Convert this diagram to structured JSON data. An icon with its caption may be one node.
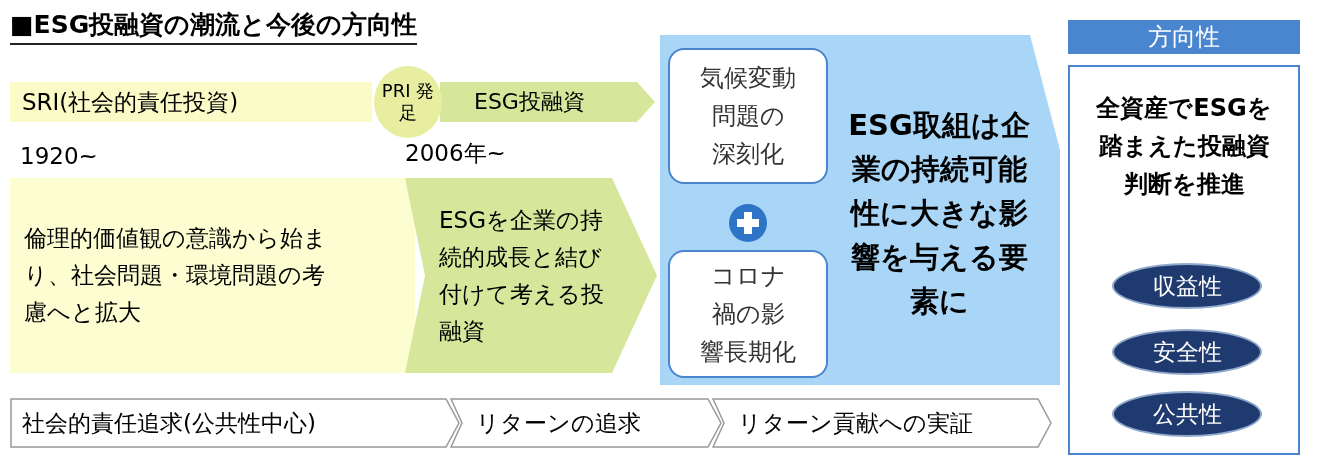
{
  "diagram": {
    "title": "■ESG投融資の潮流と今後の方向性",
    "nodes": [
      {
        "text": [
          "SRI(社会的責任投資)"
        ]
      },
      {
        "text": [
          "PRI 発足"
        ]
      },
      {
        "text": [
          "ESG投融資"
        ]
      },
      {
        "text": [
          "倫理的価値観の意識から始まり、社会問題・環境問題の考慮へと拡大"
        ]
      },
      {
        "text": [
          "ESGを企業の持続的成長と結び付けて考える投融資"
        ]
      },
      {
        "text": [
          "ESG取組は企業の持続可能性に大きな影響を与える要素に"
        ]
      },
      {
        "text": [
          "気候変動問題の深刻化"
        ],
        "in": 5
      },
      {
        "text": [
          "コロナ禍の影響長期化"
        ],
        "in": 5
      },
      {
        "text": [
          "方向性"
        ]
      },
      {
        "text": [
          "全資産でESGを踏まえた投融資判断を推進"
        ]
      },
      {
        "text": [
          "収益性"
        ],
        "in": 9
      },
      {
        "text": [
          "安全性"
        ],
        "in": 9
      },
      {
        "text": [
          "公共性"
        ],
        "in": 9
      },
      {
        "text": [
          "社会的責任追求(公共性中心)"
        ]
      },
      {
        "text": [
          "リターンの追求"
        ]
      },
      {
        "text": [
          "リターン貢献への実証"
        ]
      }
    ],
    "edges": [],
    "labels": [
      "1920~",
      "2006年~"
    ]
  }
}
